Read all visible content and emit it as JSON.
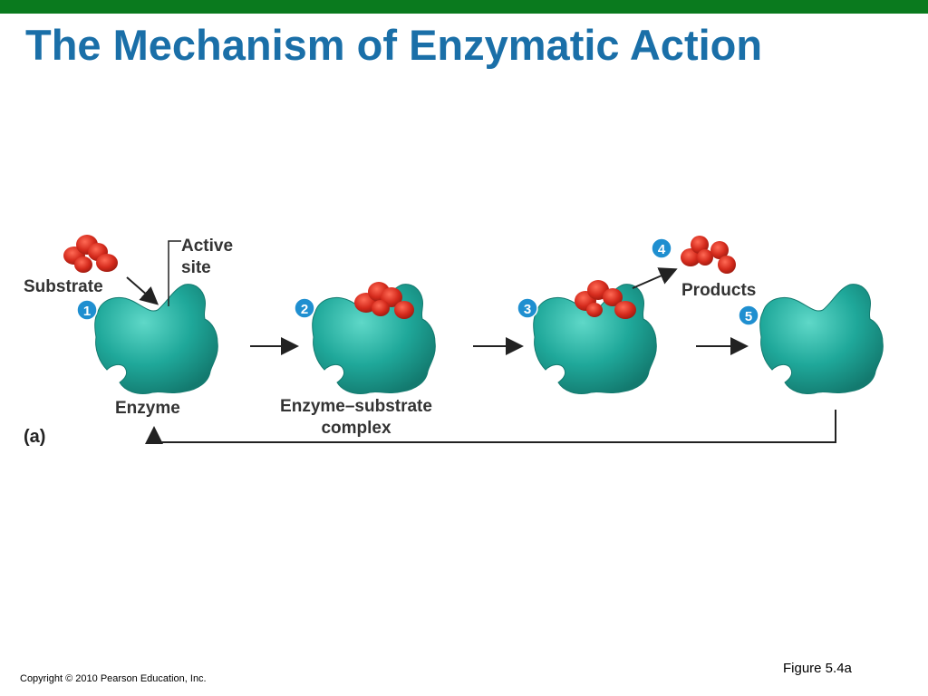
{
  "slide": {
    "title": "The Mechanism of Enzymatic Action",
    "accent_color": "#0a7a1e",
    "title_color": "#1a6fa8"
  },
  "diagram": {
    "panel_label": "(a)",
    "labels": {
      "substrate": "Substrate",
      "active_site_line1": "Active",
      "active_site_line2": "site",
      "products": "Products",
      "enzyme": "Enzyme",
      "complex_line1": "Enzyme–substrate",
      "complex_line2": "complex"
    },
    "steps": [
      "1",
      "2",
      "3",
      "4",
      "5"
    ],
    "colors": {
      "enzyme": "#1fa89a",
      "substrate": "#d42a1c",
      "step_badge": "#1f8fd0",
      "arrow": "#222222"
    }
  },
  "footer": {
    "figure_ref": "Figure 5.4a",
    "copyright": "Copyright © 2010 Pearson Education, Inc."
  }
}
